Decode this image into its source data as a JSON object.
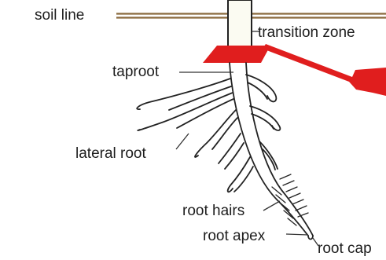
{
  "labels": {
    "soil_line": "soil line",
    "transition_zone": "transition zone",
    "taproot": "taproot",
    "lateral_root": "lateral root",
    "root_hairs": "root hairs",
    "root_apex": "root apex",
    "root_cap": "root cap"
  },
  "colors": {
    "soil_line": "#8b6a3e",
    "transition_zone": "#e01e1e",
    "root_outline": "#222222",
    "stem_fill": "#fbfbf2",
    "leader_line": "#333333"
  }
}
